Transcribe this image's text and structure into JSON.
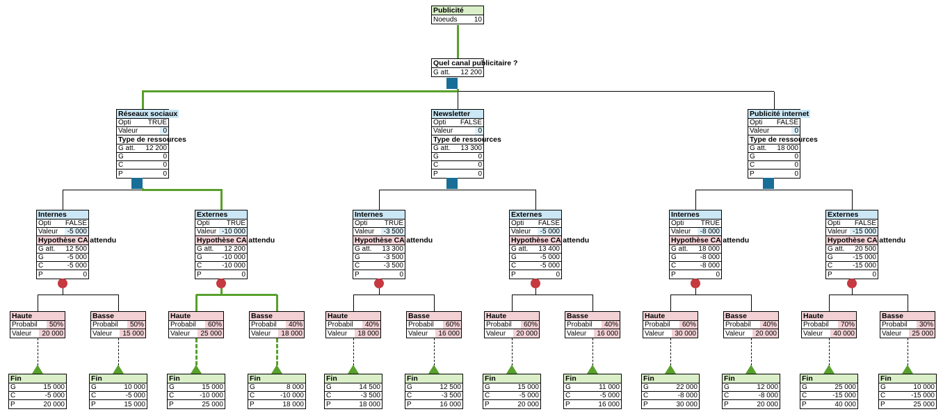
{
  "root": {
    "title": "Publicité",
    "row_label": "Noeuds",
    "row_value": "10"
  },
  "decision": {
    "title": "Quel canal publicitaire ?",
    "row_label": "G att.",
    "row_value": "12 200"
  },
  "labels": {
    "opti": "Opti",
    "valeur": "Valeur",
    "probabil": "Probabil",
    "gatt": "G att.",
    "g": "G",
    "c": "C",
    "p": "P",
    "fin": "Fin"
  },
  "level1": [
    {
      "title": "Réseaux sociaux",
      "opti": "TRUE",
      "valeur": "0",
      "section": "Type de ressources",
      "gatt": "12 200",
      "g": "0",
      "c": "0",
      "p": "0"
    },
    {
      "title": "Newsletter",
      "opti": "FALSE",
      "valeur": "0",
      "section": "Type de ressources",
      "gatt": "13 300",
      "g": "0",
      "c": "0",
      "p": "0"
    },
    {
      "title": "Publicité internet",
      "opti": "FALSE",
      "valeur": "0",
      "section": "Type de ressources",
      "gatt": "18 000",
      "g": "0",
      "c": "0",
      "p": "0"
    }
  ],
  "level2": [
    {
      "title": "Internes",
      "opti": "FALSE",
      "valeur": "-5 000",
      "section": "Hypothèse CA attendu",
      "gatt": "12 500",
      "g": "-5 000",
      "c": "-5 000",
      "p": "0"
    },
    {
      "title": "Externes",
      "opti": "TRUE",
      "valeur": "-10 000",
      "section": "Hypothèse CA attendu",
      "gatt": "12 200",
      "g": "-10 000",
      "c": "-10 000",
      "p": "0"
    },
    {
      "title": "Internes",
      "opti": "TRUE",
      "valeur": "-3 500",
      "section": "Hypothèse CA attendu",
      "gatt": "13 300",
      "g": "-3 500",
      "c": "-3 500",
      "p": "0"
    },
    {
      "title": "Externes",
      "opti": "FALSE",
      "valeur": "-5 000",
      "section": "Hypothèse CA attendu",
      "gatt": "13 400",
      "g": "-5 000",
      "c": "-5 000",
      "p": "0"
    },
    {
      "title": "Internes",
      "opti": "TRUE",
      "valeur": "-8 000",
      "section": "Hypothèse CA attendu",
      "gatt": "18 000",
      "g": "-8 000",
      "c": "-8 000",
      "p": "0"
    },
    {
      "title": "Externes",
      "opti": "FALSE",
      "valeur": "-15 000",
      "section": "Hypothèse CA attendu",
      "gatt": "20 500",
      "g": "-15 000",
      "c": "-15 000",
      "p": "0"
    }
  ],
  "level3": [
    {
      "title": "Haute",
      "prob": "50%",
      "valeur": "20 000"
    },
    {
      "title": "Basse",
      "prob": "50%",
      "valeur": "15 000"
    },
    {
      "title": "Haute",
      "prob": "60%",
      "valeur": "25 000"
    },
    {
      "title": "Basse",
      "prob": "40%",
      "valeur": "18 000"
    },
    {
      "title": "Haute",
      "prob": "40%",
      "valeur": "18 000"
    },
    {
      "title": "Basse",
      "prob": "60%",
      "valeur": "16 000"
    },
    {
      "title": "Haute",
      "prob": "60%",
      "valeur": "20 000"
    },
    {
      "title": "Basse",
      "prob": "40%",
      "valeur": "16 000"
    },
    {
      "title": "Haute",
      "prob": "60%",
      "valeur": "30 000"
    },
    {
      "title": "Basse",
      "prob": "40%",
      "valeur": "20 000"
    },
    {
      "title": "Haute",
      "prob": "70%",
      "valeur": "40 000"
    },
    {
      "title": "Basse",
      "prob": "30%",
      "valeur": "25 000"
    }
  ],
  "fin": [
    {
      "g": "15 000",
      "c": "-5 000",
      "p": "20 000"
    },
    {
      "g": "10 000",
      "c": "-5 000",
      "p": "15 000"
    },
    {
      "g": "15 000",
      "c": "-10 000",
      "p": "25 000"
    },
    {
      "g": "8 000",
      "c": "-10 000",
      "p": "18 000"
    },
    {
      "g": "14 500",
      "c": "-3 500",
      "p": "18 000"
    },
    {
      "g": "12 500",
      "c": "-3 500",
      "p": "16 000"
    },
    {
      "g": "15 000",
      "c": "-5 000",
      "p": "20 000"
    },
    {
      "g": "11 000",
      "c": "-5 000",
      "p": "16 000"
    },
    {
      "g": "22 000",
      "c": "-8 000",
      "p": "30 000"
    },
    {
      "g": "12 000",
      "c": "-8 000",
      "p": "20 000"
    },
    {
      "g": "25 000",
      "c": "-15 000",
      "p": "40 000"
    },
    {
      "g": "10 000",
      "c": "-15 000",
      "p": "25 000"
    }
  ],
  "colors": {
    "optimal_path_green": "#58a02b",
    "decision_node_blue": "#186e96",
    "chance_node_red": "#c63940",
    "end_node_green": "#58a02b",
    "header_green": "#daefc8",
    "header_blue": "#cbe7f5",
    "header_pink": "#f2d1d5",
    "value_cell_blue": "#dceff8"
  }
}
